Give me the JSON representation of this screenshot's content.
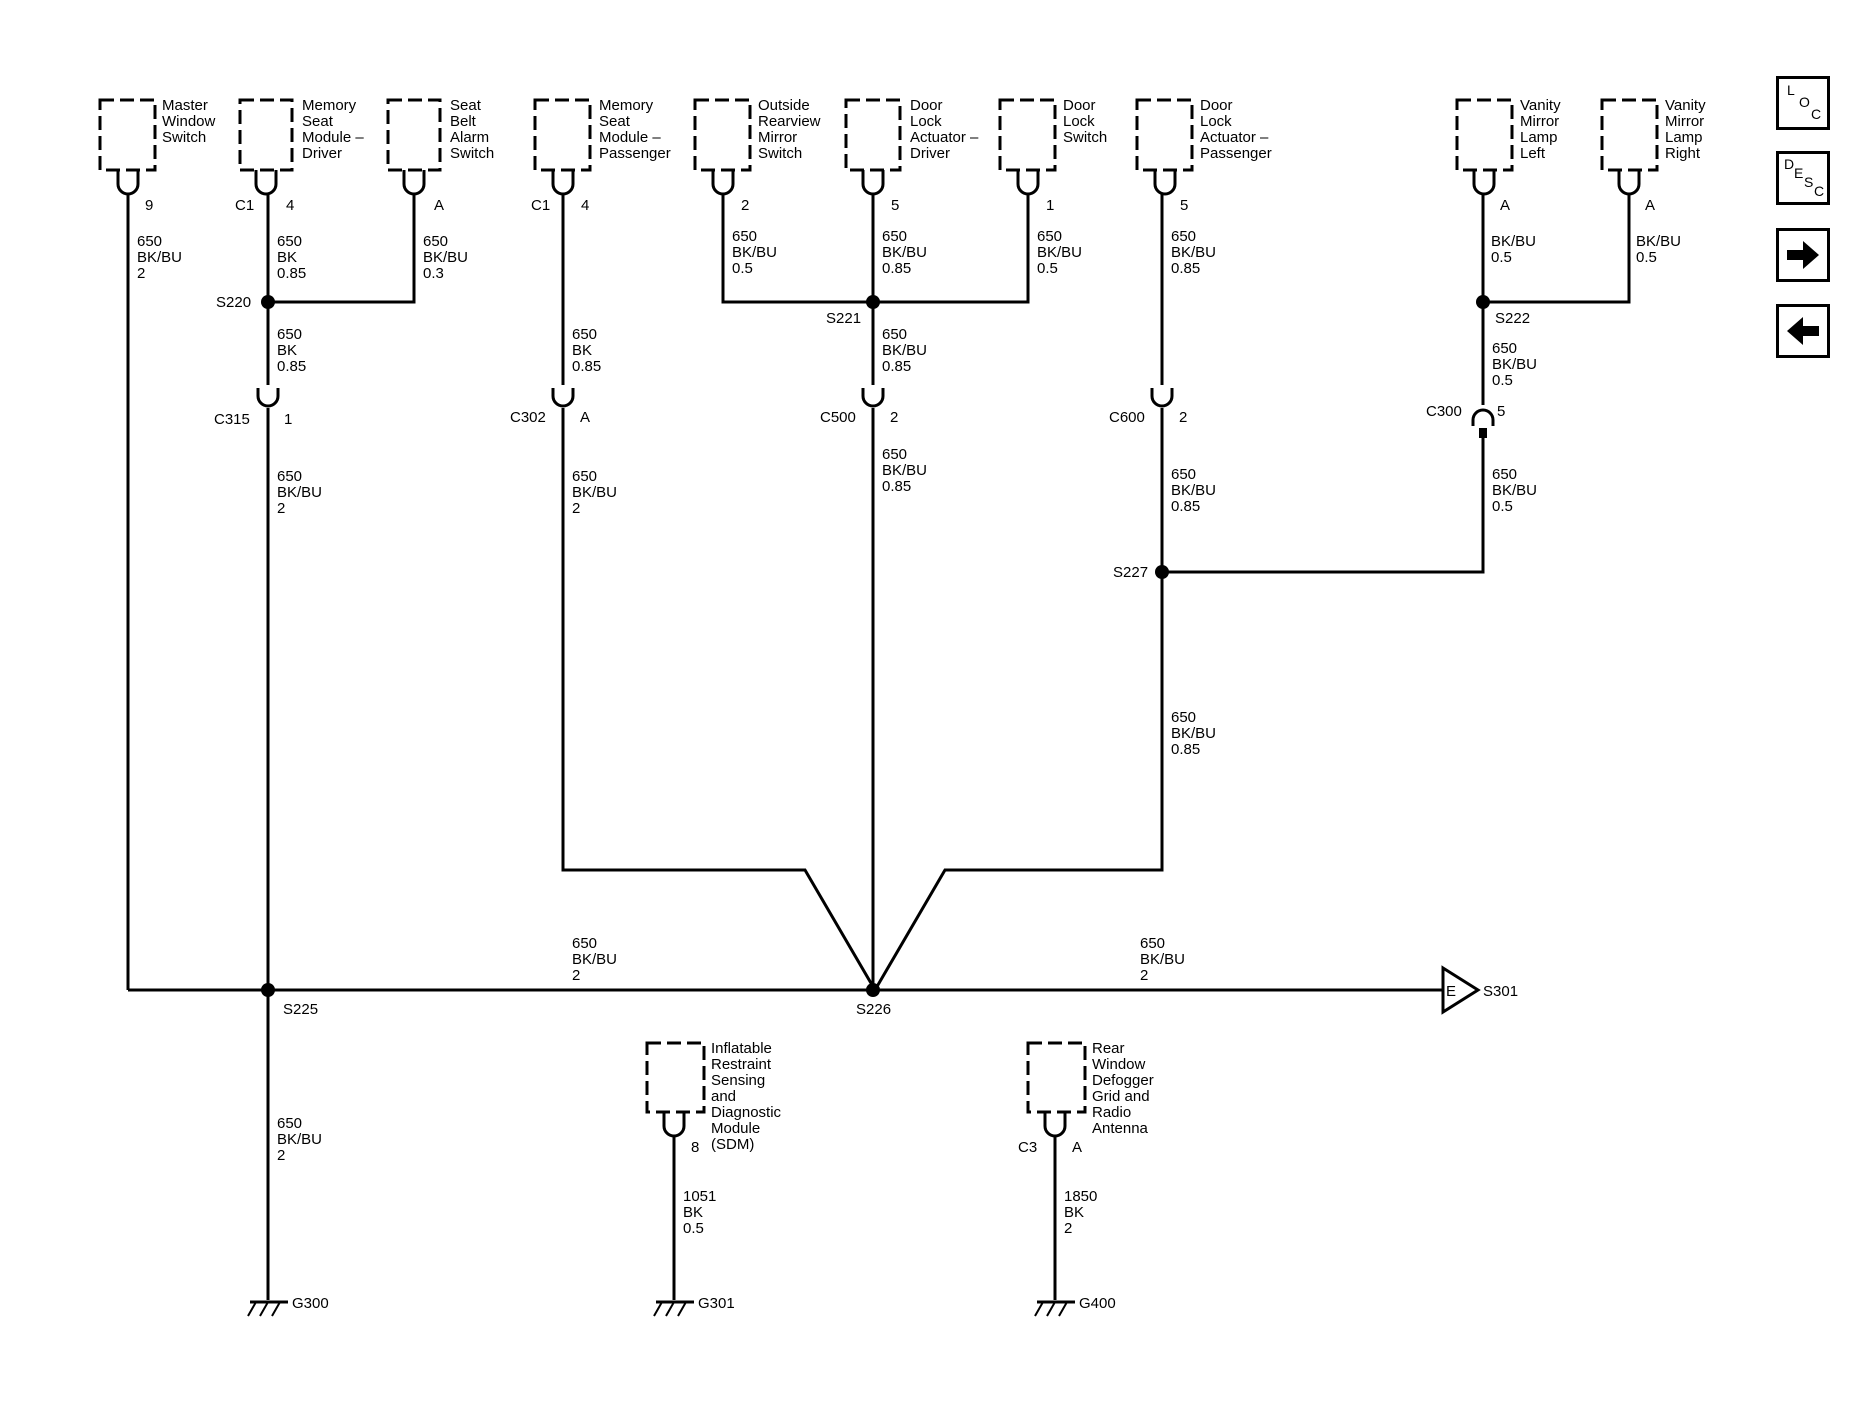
{
  "components": {
    "master_window_switch": [
      "Master",
      "Window",
      "Switch"
    ],
    "memory_seat_driver": [
      "Memory",
      "Seat",
      "Module –",
      "Driver"
    ],
    "seat_belt_alarm": [
      "Seat",
      "Belt",
      "Alarm",
      "Switch"
    ],
    "memory_seat_passenger": [
      "Memory",
      "Seat",
      "Module –",
      "Passenger"
    ],
    "outside_mirror_switch": [
      "Outside",
      "Rearview",
      "Mirror",
      "Switch"
    ],
    "door_lock_actuator_driver": [
      "Door",
      "Lock",
      "Actuator –",
      "Driver"
    ],
    "door_lock_switch": [
      "Door",
      "Lock",
      "Switch"
    ],
    "door_lock_actuator_passenger": [
      "Door",
      "Lock",
      "Actuator –",
      "Passenger"
    ],
    "vanity_mirror_left": [
      "Vanity",
      "Mirror",
      "Lamp",
      "Left"
    ],
    "vanity_mirror_right": [
      "Vanity",
      "Mirror",
      "Lamp",
      "Right"
    ],
    "sdm": [
      "Inflatable",
      "Restraint",
      "Sensing",
      "and",
      "Diagnostic",
      "Module",
      "(SDM)"
    ],
    "rear_defogger": [
      "Rear",
      "Window",
      "Defogger",
      "Grid and",
      "Radio",
      "Antenna"
    ]
  },
  "pins": {
    "master_window_switch": "9",
    "memory_seat_driver": "4",
    "memory_seat_driver_conn": "C1",
    "seat_belt_alarm": "A",
    "memory_seat_passenger": "4",
    "memory_seat_passenger_conn": "C1",
    "outside_mirror_switch": "2",
    "door_lock_actuator_driver": "5",
    "door_lock_switch": "1",
    "door_lock_actuator_passenger": "5",
    "vanity_mirror_left": "A",
    "vanity_mirror_right": "A",
    "sdm": "8",
    "rear_defogger": "A",
    "rear_defogger_conn": "C3"
  },
  "inline_connectors": {
    "c315": {
      "name": "C315",
      "pin": "1"
    },
    "c302": {
      "name": "C302",
      "pin": "A"
    },
    "c500": {
      "name": "C500",
      "pin": "2"
    },
    "c600": {
      "name": "C600",
      "pin": "2"
    },
    "c300": {
      "name": "C300",
      "pin": "5"
    }
  },
  "splices": {
    "s220": "S220",
    "s221": "S221",
    "s222": "S222",
    "s227": "S227",
    "s225": "S225",
    "s226": "S226"
  },
  "grounds": {
    "g300": "G300",
    "g301": "G301",
    "g400": "G400"
  },
  "off_page": {
    "letter": "E",
    "label": "S301"
  },
  "wires": {
    "w1": [
      "650",
      "BK/BU",
      "2"
    ],
    "w2": [
      "650",
      "BK",
      "0.85"
    ],
    "w3": [
      "650",
      "BK/BU",
      "0.3"
    ],
    "w4": [
      "650",
      "BK",
      "0.85"
    ],
    "w5": [
      "650",
      "BK/BU",
      "2"
    ],
    "w6": [
      "650",
      "BK",
      "0.85"
    ],
    "w7": [
      "650",
      "BK/BU",
      "2"
    ],
    "w8": [
      "650",
      "BK/BU",
      "0.5"
    ],
    "w9": [
      "650",
      "BK/BU",
      "0.85"
    ],
    "w10": [
      "650",
      "BK/BU",
      "0.5"
    ],
    "w11": [
      "650",
      "BK/BU",
      "0.85"
    ],
    "w12": [
      "650",
      "BK/BU",
      "0.85"
    ],
    "w13": [
      "650",
      "BK/BU",
      "0.85"
    ],
    "w14": [
      "650",
      "BK/BU",
      "0.85"
    ],
    "w15": [
      "650",
      "BK/BU",
      "0.85"
    ],
    "w16": [
      "BK/BU",
      "0.5"
    ],
    "w17": [
      "BK/BU",
      "0.5"
    ],
    "w18": [
      "650",
      "BK/BU",
      "0.5"
    ],
    "w19": [
      "650",
      "BK/BU",
      "0.5"
    ],
    "w20": [
      "650",
      "BK/BU",
      "2"
    ],
    "w21": [
      "650",
      "BK/BU",
      "2"
    ],
    "w22": [
      "650",
      "BK/BU",
      "2"
    ],
    "w23": [
      "1051",
      "BK",
      "0.5"
    ],
    "w24": [
      "1850",
      "BK",
      "2"
    ]
  },
  "nav": {
    "loc": [
      "L",
      "O",
      "C"
    ],
    "desc": [
      "D",
      "E",
      "S",
      "C"
    ],
    "forward_icon": "arrow-right-icon",
    "back_icon": "arrow-left-icon"
  }
}
